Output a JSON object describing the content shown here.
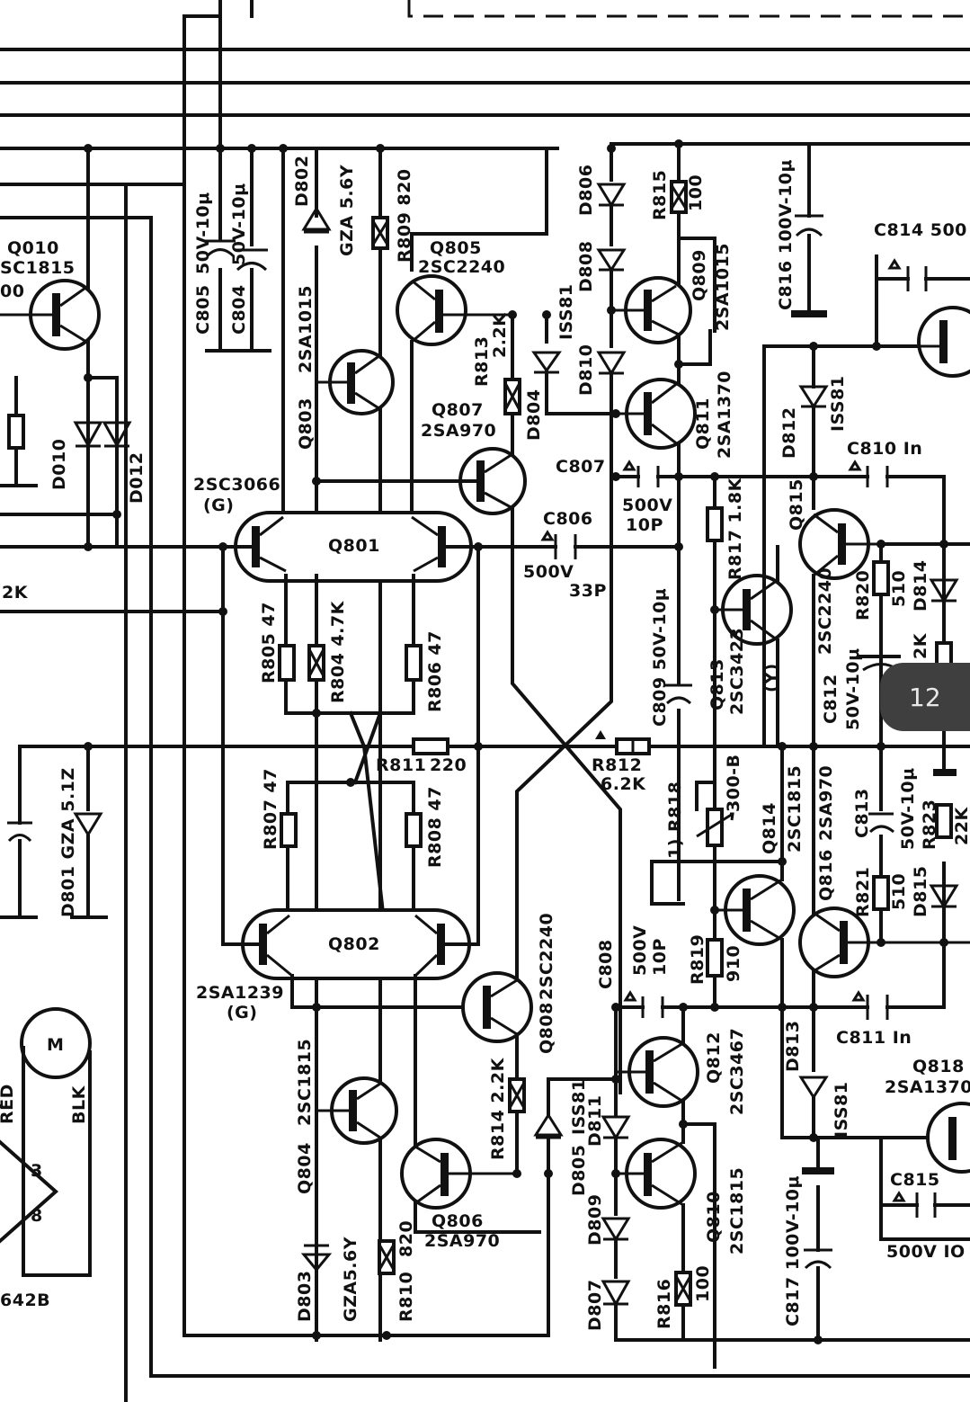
{
  "page_indicator": "12",
  "labels": {
    "q010": "Q010",
    "q010_type": "SC1815",
    "q010_cut": "00",
    "r_left_2k": "2K",
    "d010": "D010",
    "d012": "D012",
    "c805": "C805",
    "c805_val": "50V-10μ",
    "c804": "C804",
    "c804_val": "50V-10μ",
    "d802": "D802",
    "d802_type": "GZA 5.6Y",
    "r809": "R809 820",
    "q803": "Q803",
    "q803_type": "2SA1015",
    "q805": "Q805",
    "q805_type": "2SC2240",
    "r813": "R813",
    "r813_val": "2.2K",
    "d804": "D804",
    "d804_type": "ISS81",
    "q807": "Q807",
    "q807_type": "2SA970",
    "d806": "D806",
    "d808": "D808",
    "d810": "D810",
    "r815": "R815",
    "r815_val": "100",
    "q809": "Q809",
    "q809_type": "2SA1015",
    "q811": "Q811",
    "q811_type": "2SA1370",
    "c807": "C807",
    "c807_val1": "500V",
    "c807_val2": "10P",
    "c816": "C816 100V-10μ",
    "c814": "C814 500",
    "d812": "D812",
    "d812_type": "ISS81",
    "c810": "C810 In",
    "q815": "Q815",
    "q815_type": "2SC2240",
    "r820": "R820",
    "r820_val": "510",
    "d814": "D814",
    "r_right_2k": "2K",
    "c812": "C812",
    "c812_val": "50V-10μ",
    "q801_type": "2SC3066",
    "q801_grade": "(G)",
    "q801": "Q801",
    "c806": "C806",
    "c806_val1": "500V",
    "c806_val2": "33P",
    "r817": "R817 1.8K",
    "q813": "Q813",
    "q813_type": "2SC3423",
    "q813_grade": "(Y)",
    "c809": "C809 50V-10μ",
    "r805": "R805 47",
    "r804": "R804 4.7K",
    "r806": "R806 47",
    "r811": "R811",
    "r811_val": "220",
    "r812": "R812",
    "r812_val": "6.2K",
    "r818": "1) R818",
    "r818_val": "300-B",
    "d801": "D801 GZA 5.1Z",
    "r807": "R807 47",
    "r808": "R808 47",
    "q814": "Q814",
    "q814_type": "2SC1815",
    "q816": "Q816",
    "q816_type": "2SA970",
    "c813": "C813",
    "c813_val": "50V-10μ",
    "r823": "R823",
    "r823_val": "22K",
    "r821": "R821",
    "r821_val": "510",
    "d815": "D815",
    "q802": "Q802",
    "q802_type": "2SA1239",
    "q802_grade": "(G)",
    "q808": "Q808",
    "q808_type": "2SC2240",
    "c808": "C808",
    "c808_val1": "500V",
    "c808_val2": "10P",
    "r819": "R819",
    "r819_val": "910",
    "c811": "C811 In",
    "d813": "D813",
    "d813_type": "ISS81",
    "q818": "Q818",
    "q818_type": "2SA1370",
    "m": "M",
    "red": "RED",
    "blk": "BLK",
    "pin3": "3",
    "pin8": "8",
    "ic": "642B",
    "q804": "Q804",
    "q804_type": "2SC1815",
    "r814": "R814 2.2K",
    "d805": "D805",
    "d805_type": "ISS81",
    "d811": "D811",
    "q812": "Q812",
    "q812_type": "2SC3467",
    "q810": "Q810",
    "q810_type": "2SC1815",
    "q806": "Q806",
    "q806_type": "2SA970",
    "d809": "D809",
    "c815": "C815",
    "c815_val": "500V IO",
    "c817": "C817 100V-10μ",
    "d803": "D803",
    "d803_type": "GZA5.6Y",
    "r810": "R810",
    "r810_val": "820",
    "d807": "D807",
    "r816": "R816",
    "r816_val": "100"
  }
}
